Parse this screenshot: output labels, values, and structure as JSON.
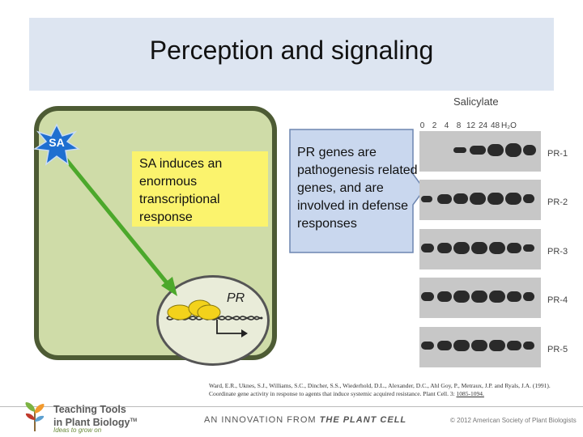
{
  "header": {
    "title": "Perception and signaling"
  },
  "diagram": {
    "sa_signal": "SA",
    "induction_note": "SA induces an enormous transcriptional response",
    "pr_callout": "PR genes are pathogenesis related genes, and are involved in defense responses",
    "gene_label": "PR"
  },
  "blot": {
    "title": "Salicylate",
    "lanes": [
      "0",
      "2",
      "4",
      "8",
      "12",
      "24",
      "48",
      "H₂O"
    ],
    "rows": [
      "PR-1",
      "PR-2",
      "PR-3",
      "PR-4",
      "PR-5"
    ]
  },
  "citation": {
    "text": "Ward, E.R., Uknes, S.J., Williams, S.C., Dincher, S.S., Wiederhold, D.L., Alexander, D.C., Ahl Goy, P., Metraux, J.P. and Ryals, J.A. (1991). Coordinate gene activity in response to agents that induce systemic acquired resistance. Plant Cell. 3: ",
    "link": "1085-1094."
  },
  "footer": {
    "logo_line1": "Teaching Tools",
    "logo_line2": "in Plant Biology",
    "logo_tm": "TM",
    "tagline": "Ideas to grow on",
    "center_prefix": "AN INNOVATION FROM ",
    "center_emph": "THE PLANT CELL",
    "copyright": "© 2012 American Society of Plant Biologists"
  },
  "colors": {
    "title_band": "#dde5f1",
    "cell_fill": "#cfdca8",
    "cell_border": "#4d5b34",
    "yellow_note": "#fbf36d",
    "callout": "#c9d7ee",
    "arrow": "#4ca82b",
    "star": "#1f6fd0"
  }
}
